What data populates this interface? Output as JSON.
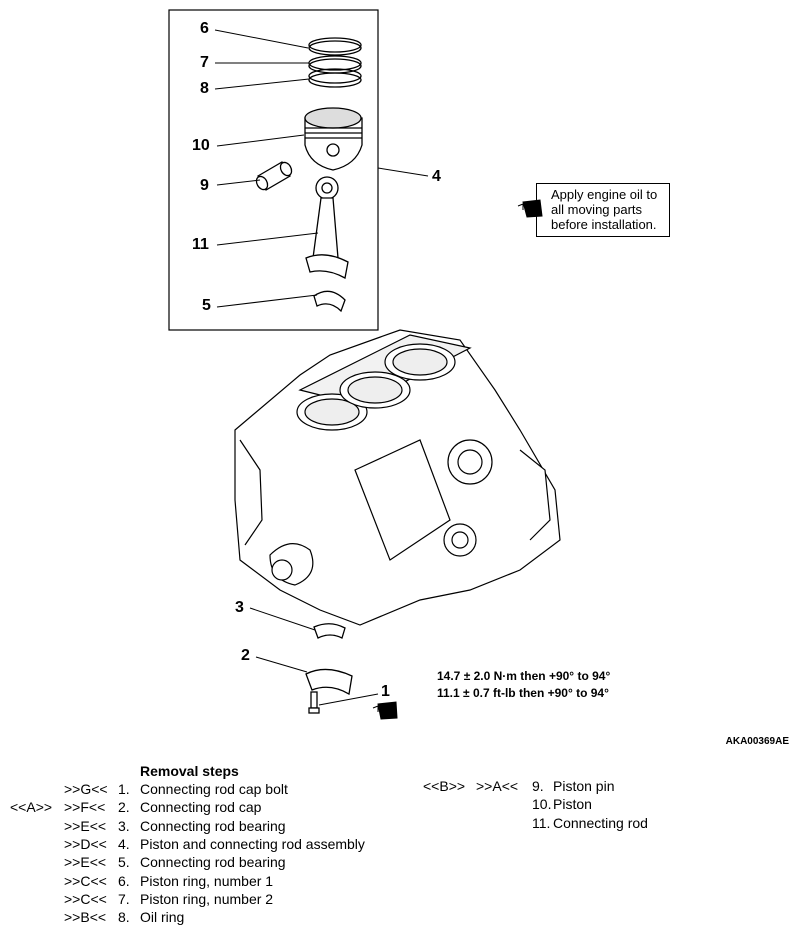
{
  "callouts": [
    "6",
    "7",
    "8",
    "10",
    "9",
    "11",
    "5",
    "4",
    "3",
    "2",
    "1"
  ],
  "note": {
    "line1": "Apply engine oil to",
    "line2": "all moving parts",
    "line3": "before installation."
  },
  "torque": {
    "line1": "14.7 ± 2.0 N·m then +90° to 94°",
    "line2": "11.1 ± 0.7 ft-lb then +90° to 94°"
  },
  "figure_code": "AKA00369AE",
  "removal_title": "Removal steps",
  "steps_left": [
    {
      "pre_mark": "",
      "mark": ">>G<<",
      "num": "1.",
      "label": "Connecting rod cap bolt"
    },
    {
      "pre_mark": "<<A>>",
      "mark": ">>F<<",
      "num": "2.",
      "label": "Connecting rod cap"
    },
    {
      "pre_mark": "",
      "mark": ">>E<<",
      "num": "3.",
      "label": "Connecting rod bearing"
    },
    {
      "pre_mark": "",
      "mark": ">>D<<",
      "num": "4.",
      "label": "Piston and connecting rod assembly"
    },
    {
      "pre_mark": "",
      "mark": ">>E<<",
      "num": "5.",
      "label": "Connecting rod bearing"
    },
    {
      "pre_mark": "",
      "mark": ">>C<<",
      "num": "6.",
      "label": "Piston ring, number 1"
    },
    {
      "pre_mark": "",
      "mark": ">>C<<",
      "num": "7.",
      "label": "Piston ring, number 2"
    },
    {
      "pre_mark": "",
      "mark": ">>B<<",
      "num": "8.",
      "label": "Oil ring"
    }
  ],
  "steps_right": [
    {
      "pre_mark": "<<B>>",
      "mark": ">>A<<",
      "num": "9.",
      "label": "Piston pin"
    },
    {
      "pre_mark": "",
      "mark": "",
      "num": "10.",
      "label": "Piston"
    },
    {
      "pre_mark": "",
      "mark": "",
      "num": "11.",
      "label": "Connecting rod"
    }
  ]
}
